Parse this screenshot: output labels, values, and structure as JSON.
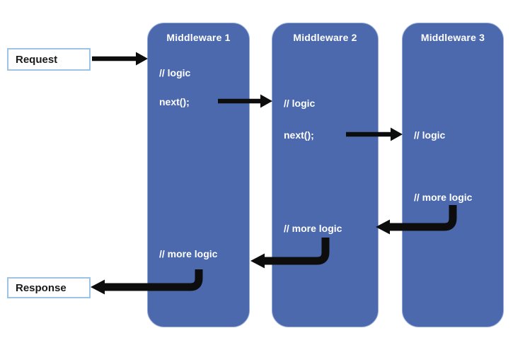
{
  "diagram": {
    "title": "middleware-pipeline",
    "request_label": "Request",
    "response_label": "Response",
    "middlewares": [
      {
        "title": "Middleware 1",
        "lines": [
          "// logic",
          "next();",
          "// more logic"
        ]
      },
      {
        "title": "Middleware 2",
        "lines": [
          "// logic",
          "next();",
          "// more logic"
        ]
      },
      {
        "title": "Middleware 3",
        "lines": [
          "// logic",
          "// more logic"
        ]
      }
    ],
    "arrows": [
      {
        "name": "request-arrow",
        "from": "Request",
        "to": "Middleware 1"
      },
      {
        "name": "next-arrow-1-2",
        "from": "Middleware 1 next();",
        "to": "Middleware 2"
      },
      {
        "name": "next-arrow-2-3",
        "from": "Middleware 2 next();",
        "to": "Middleware 3"
      },
      {
        "name": "return-arrow-3-2",
        "from": "Middleware 3 // more logic",
        "to": "Middleware 2"
      },
      {
        "name": "return-arrow-2-1",
        "from": "Middleware 2 // more logic",
        "to": "Middleware 1"
      },
      {
        "name": "response-arrow",
        "from": "Middleware 1 // more logic",
        "to": "Response"
      }
    ],
    "colors": {
      "card_fill": "#4b69ac",
      "card_border": "#93a9d8",
      "io_border": "#9dc3e6",
      "arrow": "#0d0d0d",
      "card_text": "#ffffff",
      "io_text": "#1a1a1a",
      "background": "#ffffff"
    }
  }
}
